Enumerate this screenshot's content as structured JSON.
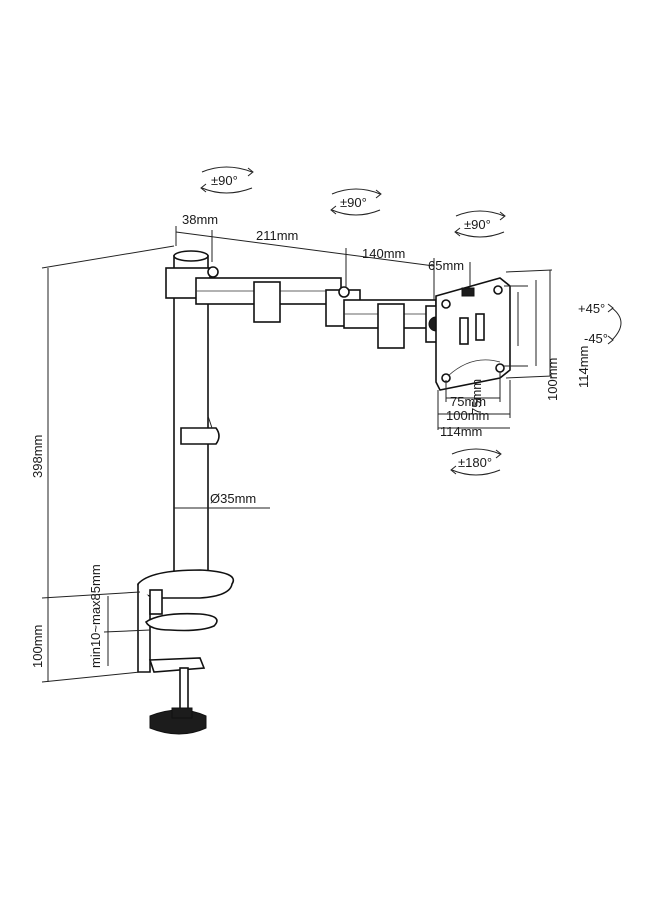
{
  "dimensions": {
    "d38": "38mm",
    "d211": "211mm",
    "d140": "140mm",
    "d65": "65mm",
    "d398": "398mm",
    "d100": "100mm",
    "clamp": "min10~max85mm",
    "pole": "Ø35mm",
    "vesa_h75": "75mm",
    "vesa_h100": "100mm",
    "vesa_h114": "114mm",
    "vesa_w75": "75mm",
    "vesa_w100": "100mm",
    "vesa_w114": "114mm"
  },
  "rotations": {
    "r1": "±90°",
    "r2": "±90°",
    "r3": "±90°",
    "rot180": "±180°",
    "tilt_up": "+45°",
    "tilt_down": "-45°"
  }
}
